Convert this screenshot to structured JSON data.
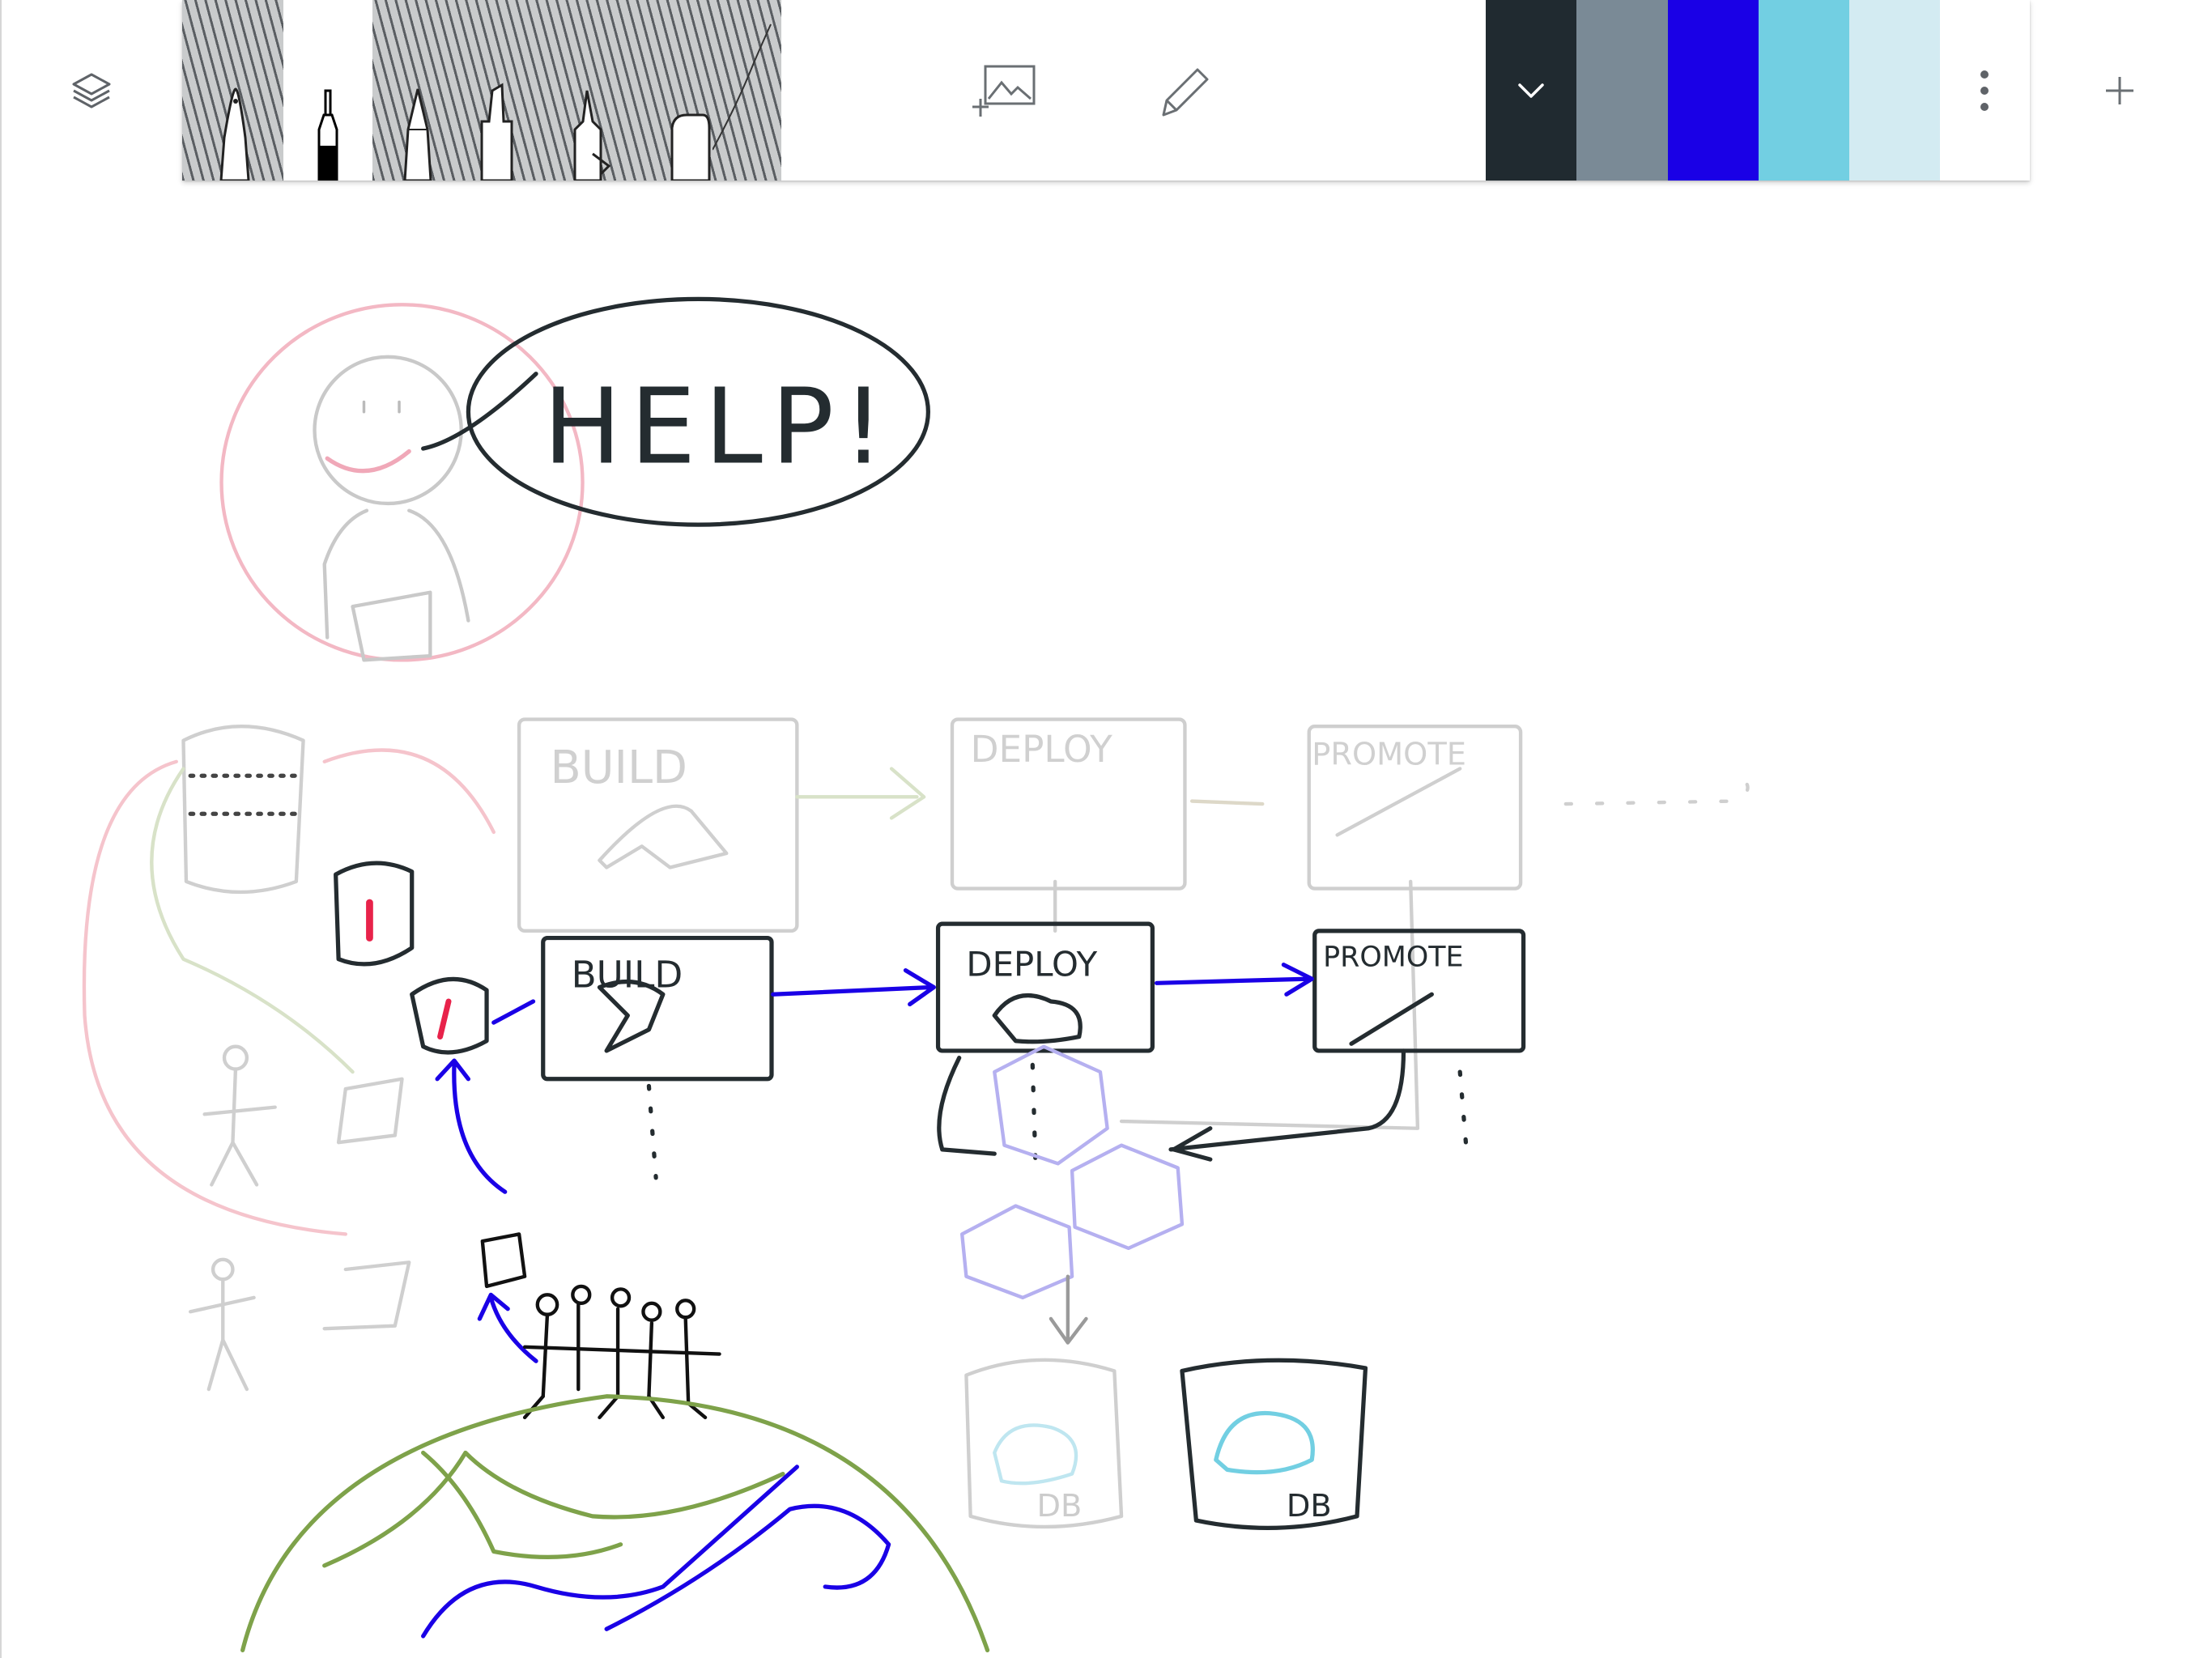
{
  "toolbar": {
    "layers_icon": "layers-icon",
    "tools": [
      {
        "name": "ballpoint-pen"
      },
      {
        "name": "fineliner"
      },
      {
        "name": "marker"
      },
      {
        "name": "highlighter"
      },
      {
        "name": "calligraphy-pen"
      },
      {
        "name": "eraser"
      },
      {
        "name": "pencil-stroke"
      }
    ],
    "image_icon": "add-image-icon",
    "pencil_icon": "pencil-icon",
    "colors": [
      {
        "name": "dark-slate",
        "hex": "#202a30",
        "selected": true
      },
      {
        "name": "gray",
        "hex": "#7a8a96",
        "selected": false
      },
      {
        "name": "blue",
        "hex": "#1a00e6",
        "selected": false
      },
      {
        "name": "sky",
        "hex": "#72cfe2",
        "selected": false
      },
      {
        "name": "light-sky",
        "hex": "#d3ebf2",
        "selected": false
      }
    ],
    "more_icon": "more-vert-icon",
    "add_icon": "plus-icon"
  },
  "canvas": {
    "help_text": "HELP!",
    "build_label": "BUILD",
    "deploy_label": "DEPLOY",
    "promote_label": "PROMOTE",
    "db_label": "DB"
  }
}
